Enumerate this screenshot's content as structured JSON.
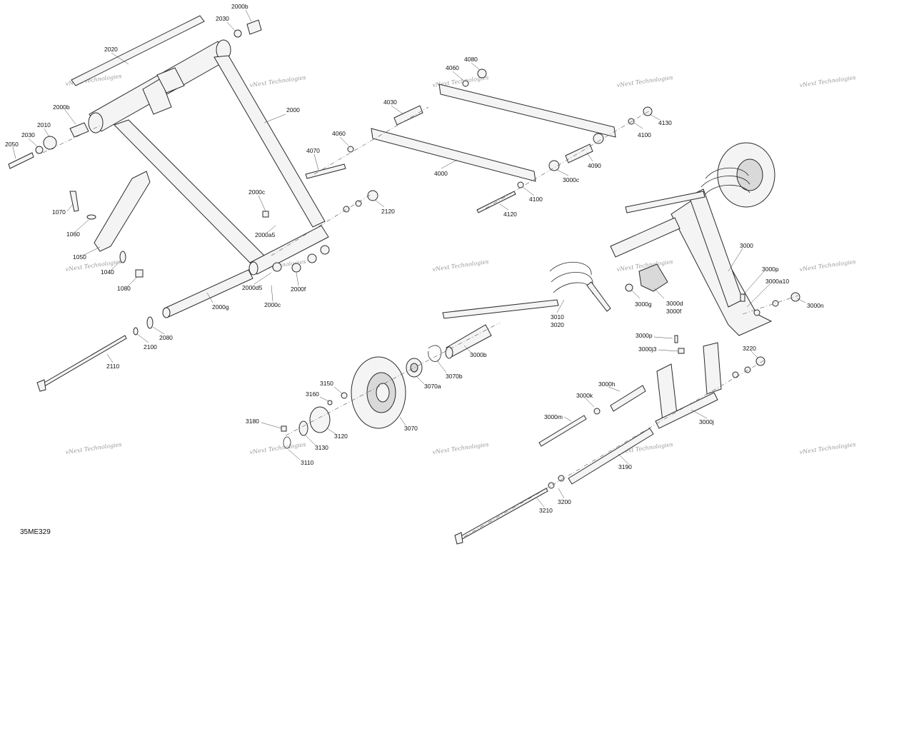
{
  "diagram": {
    "reference": "35ME329",
    "watermark": "vNext Technologies",
    "labels": [
      {
        "id": "2000b_top",
        "text": "2000b"
      },
      {
        "id": "2030_top",
        "text": "2030"
      },
      {
        "id": "2020",
        "text": "2020"
      },
      {
        "id": "2000",
        "text": "2000"
      },
      {
        "id": "2000b_left",
        "text": "2000b"
      },
      {
        "id": "2010",
        "text": "2010"
      },
      {
        "id": "2030_left",
        "text": "2030"
      },
      {
        "id": "2050",
        "text": "2050"
      },
      {
        "id": "1070",
        "text": "1070"
      },
      {
        "id": "1060",
        "text": "1060"
      },
      {
        "id": "1050",
        "text": "1050"
      },
      {
        "id": "1040",
        "text": "1040"
      },
      {
        "id": "1080",
        "text": "1080"
      },
      {
        "id": "2000c_top",
        "text": "2000c"
      },
      {
        "id": "2000a5",
        "text": "2000a5"
      },
      {
        "id": "2000d5",
        "text": "2000d5"
      },
      {
        "id": "2000f",
        "text": "2000f"
      },
      {
        "id": "2000c_bot",
        "text": "2000c"
      },
      {
        "id": "2000g",
        "text": "2000g"
      },
      {
        "id": "2080",
        "text": "2080"
      },
      {
        "id": "2100",
        "text": "2100"
      },
      {
        "id": "2110",
        "text": "2110"
      },
      {
        "id": "2120",
        "text": "2120"
      },
      {
        "id": "4070",
        "text": "4070"
      },
      {
        "id": "4060_left",
        "text": "4060"
      },
      {
        "id": "4030",
        "text": "4030"
      },
      {
        "id": "4060_top",
        "text": "4060"
      },
      {
        "id": "4080",
        "text": "4080"
      },
      {
        "id": "4000",
        "text": "4000"
      },
      {
        "id": "4100_right",
        "text": "4100"
      },
      {
        "id": "4130",
        "text": "4130"
      },
      {
        "id": "4090",
        "text": "4090"
      },
      {
        "id": "3000c",
        "text": "3000c"
      },
      {
        "id": "4100_bot",
        "text": "4100"
      },
      {
        "id": "4120",
        "text": "4120"
      },
      {
        "id": "3000",
        "text": "3000"
      },
      {
        "id": "3000p_top",
        "text": "3000p"
      },
      {
        "id": "3000a10",
        "text": "3000a10"
      },
      {
        "id": "3000n",
        "text": "3000n"
      },
      {
        "id": "3000g",
        "text": "3000g"
      },
      {
        "id": "3000d",
        "text": "3000d"
      },
      {
        "id": "3000f",
        "text": "3000f"
      },
      {
        "id": "3010",
        "text": "3010"
      },
      {
        "id": "3020",
        "text": "3020"
      },
      {
        "id": "3000b",
        "text": "3000b"
      },
      {
        "id": "3070b",
        "text": "3070b"
      },
      {
        "id": "3070a",
        "text": "3070a"
      },
      {
        "id": "3070",
        "text": "3070"
      },
      {
        "id": "3150",
        "text": "3150"
      },
      {
        "id": "3160",
        "text": "3160"
      },
      {
        "id": "3180",
        "text": "3180"
      },
      {
        "id": "3120",
        "text": "3120"
      },
      {
        "id": "3130",
        "text": "3130"
      },
      {
        "id": "3110",
        "text": "3110"
      },
      {
        "id": "3000p_bot",
        "text": "3000p"
      },
      {
        "id": "3000j3",
        "text": "3000j3"
      },
      {
        "id": "3220",
        "text": "3220"
      },
      {
        "id": "3000h",
        "text": "3000h"
      },
      {
        "id": "3000k",
        "text": "3000k"
      },
      {
        "id": "3000m",
        "text": "3000m"
      },
      {
        "id": "3000j",
        "text": "3000j"
      },
      {
        "id": "3190",
        "text": "3190"
      },
      {
        "id": "3200",
        "text": "3200"
      },
      {
        "id": "3210",
        "text": "3210"
      }
    ]
  }
}
